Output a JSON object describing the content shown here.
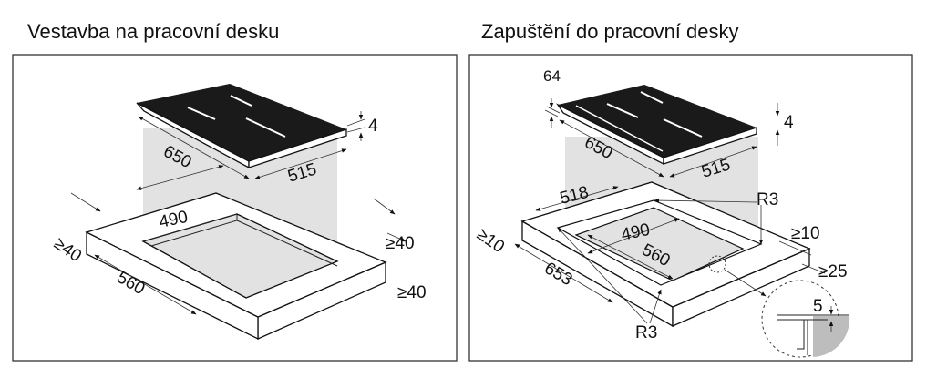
{
  "left_panel": {
    "title": "Vestavba na pracovní desku",
    "labels": {
      "hob_length": "650",
      "hob_depth": "515",
      "hob_thickness": "4",
      "cutout_depth": "490",
      "cutout_length": "560",
      "front_clearance": "≥40",
      "rear_clearance": "≥40",
      "side_clearance": "≥40"
    }
  },
  "right_panel": {
    "title": "Zapuštění do pracovní desky",
    "labels": {
      "frame_width": "64",
      "hob_length": "650",
      "hob_depth": "515",
      "hob_thickness": "4",
      "recess_depth": "518",
      "recess_length": "653",
      "cutout_depth": "490",
      "cutout_length": "560",
      "radius_top": "R3",
      "radius_bottom": "R3",
      "front_clearance": "≥10",
      "rear_clearance_a": "≥10",
      "rear_clearance_b": "≥25",
      "recess_height": "5"
    }
  },
  "colors": {
    "hob_glass": "#1a1a1a",
    "shade": "#e2e2e2",
    "frame": "#222222"
  }
}
